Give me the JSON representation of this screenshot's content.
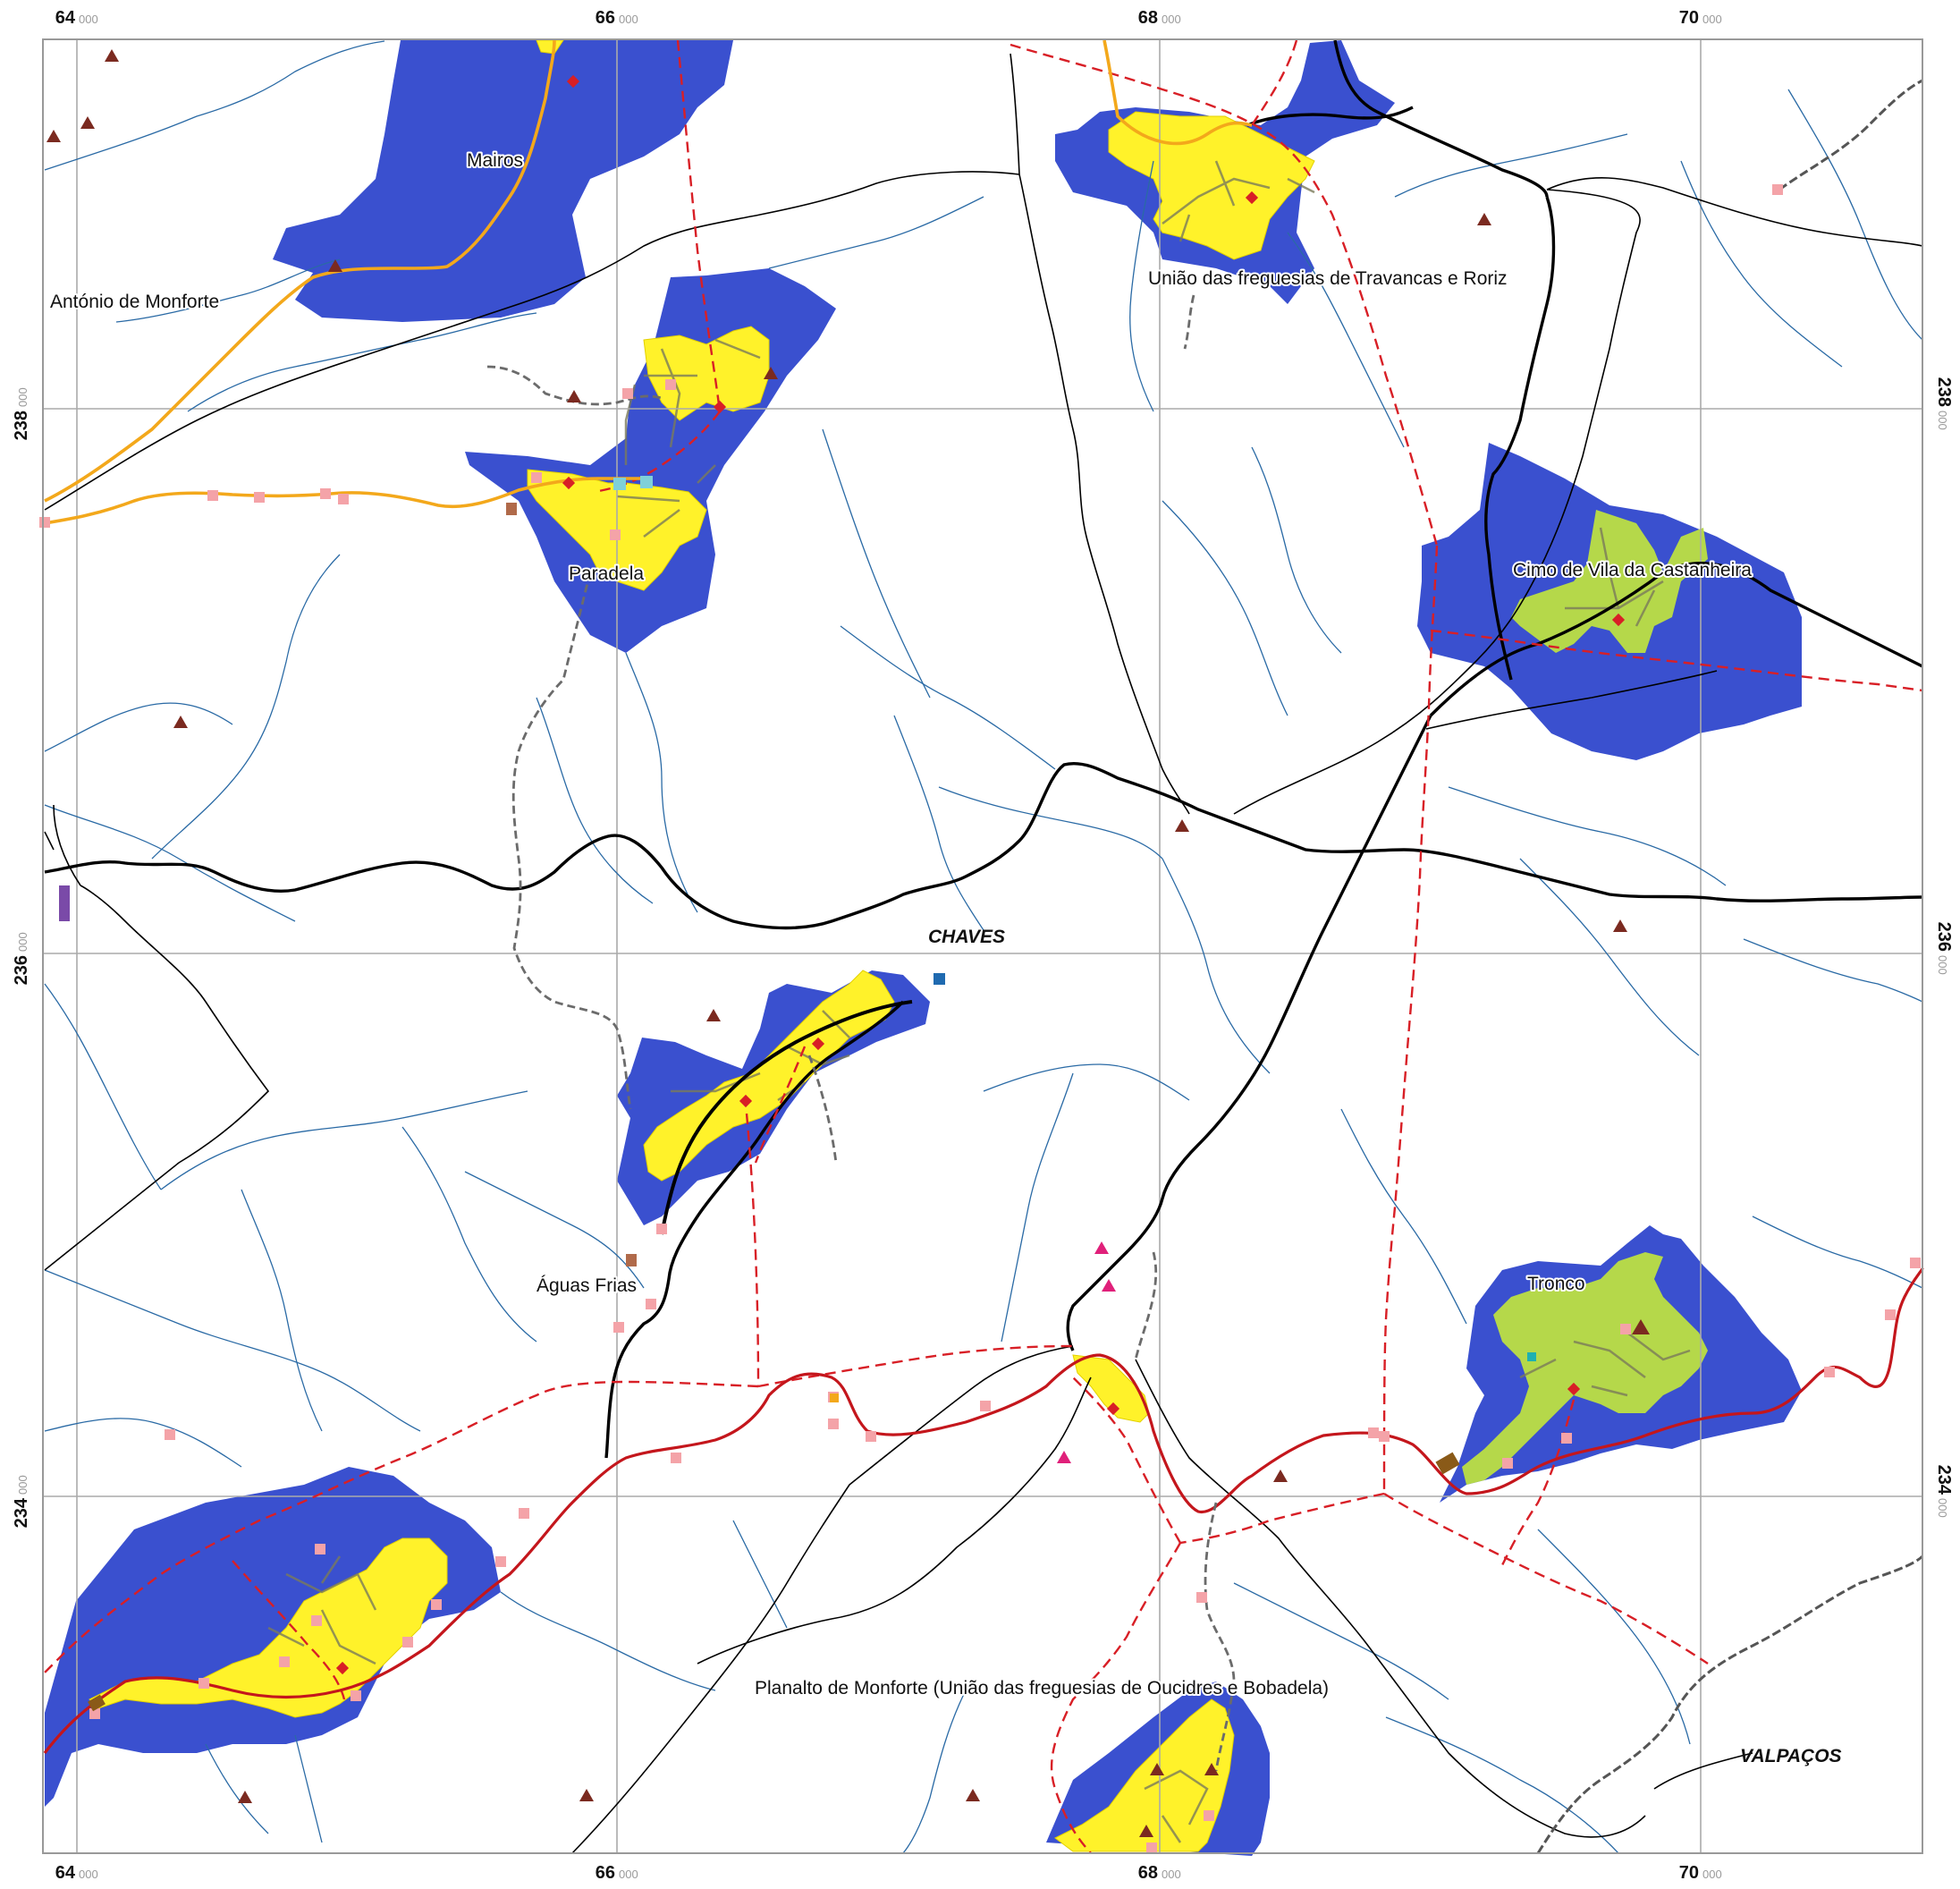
{
  "map": {
    "grid_labels": {
      "top": [
        {
          "big": "64",
          "small": "000"
        },
        {
          "big": "66",
          "small": "000"
        },
        {
          "big": "68",
          "small": "000"
        },
        {
          "big": "70",
          "small": "000"
        }
      ],
      "bottom": [
        {
          "big": "64",
          "small": "000"
        },
        {
          "big": "66",
          "small": "000"
        },
        {
          "big": "68",
          "small": "000"
        },
        {
          "big": "70",
          "small": "000"
        }
      ],
      "left": [
        {
          "big": "238",
          "small": "000"
        },
        {
          "big": "236",
          "small": "000"
        },
        {
          "big": "234",
          "small": "000"
        }
      ],
      "right": [
        {
          "big": "238",
          "small": "000"
        },
        {
          "big": "236",
          "small": "000"
        },
        {
          "big": "234",
          "small": "000"
        }
      ]
    },
    "place_labels": {
      "mairos": "Mairos",
      "antonio_monforte": "António de Monforte",
      "paradela": "Paradela",
      "travancas_roriz": "União das freguesias de Travancas e Roriz",
      "cimo_vila": "Cimo de Vila da Castanheira",
      "aguas_frias": "Águas Frias",
      "tronco": "Tronco",
      "planalto": "Planalto de Monforte (União das freguesias de Oucidres e Bobadela)"
    },
    "municipality_labels": {
      "chaves": "CHAVES",
      "valpacos": "VALPAÇOS"
    },
    "colors": {
      "blue_zone": "#3a50cf",
      "yellow_zone": "#fff22a",
      "green_zone": "#b5d84a",
      "river": "#2a6aa5",
      "red_road": "#c4161c",
      "orange_road": "#f3a81b",
      "boundary": "#000000",
      "triangle_marker": "#7b2a20",
      "pink_marker": "#f4a3a8",
      "magenta_marker": "#e0207a"
    },
    "icons": [
      "triangle-marker",
      "pink-square-marker",
      "blue-square-marker",
      "magenta-triangle-marker",
      "red-diamond-marker"
    ]
  }
}
